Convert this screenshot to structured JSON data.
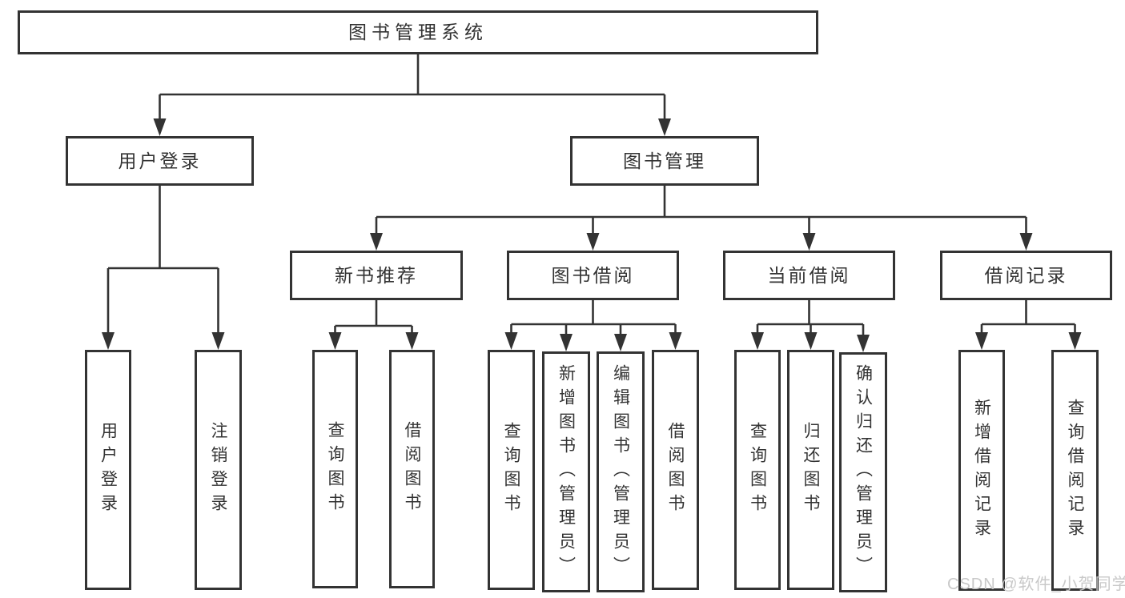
{
  "tree": {
    "root": "图书管理系统",
    "branches": {
      "user_login": {
        "label": "用户登录",
        "children": {
          "login": "用户登录",
          "logout": "注销登录"
        }
      },
      "book_mgmt": {
        "label": "图书管理",
        "children": {
          "new_books": {
            "label": "新书推荐",
            "children": {
              "query": "查询图书",
              "borrow": "借阅图书"
            }
          },
          "borrowing": {
            "label": "图书借阅",
            "children": {
              "query": "查询图书",
              "add": "新增图书（管理员）",
              "edit": "编辑图书（管理员）",
              "borrow": "借阅图书"
            }
          },
          "current": {
            "label": "当前借阅",
            "children": {
              "query": "查询图书",
              "return": "归还图书",
              "confirm": "确认归还（管理员）"
            }
          },
          "records": {
            "label": "借阅记录",
            "children": {
              "add": "新增借阅记录",
              "query": "查询借阅记录"
            }
          }
        }
      }
    }
  },
  "watermark": "CSDN @软件_小贺同学",
  "colors": {
    "line": "#333333",
    "box_border": "#333333",
    "text": "#333333",
    "background": "#ffffff",
    "watermark": "#c6c6c6"
  }
}
